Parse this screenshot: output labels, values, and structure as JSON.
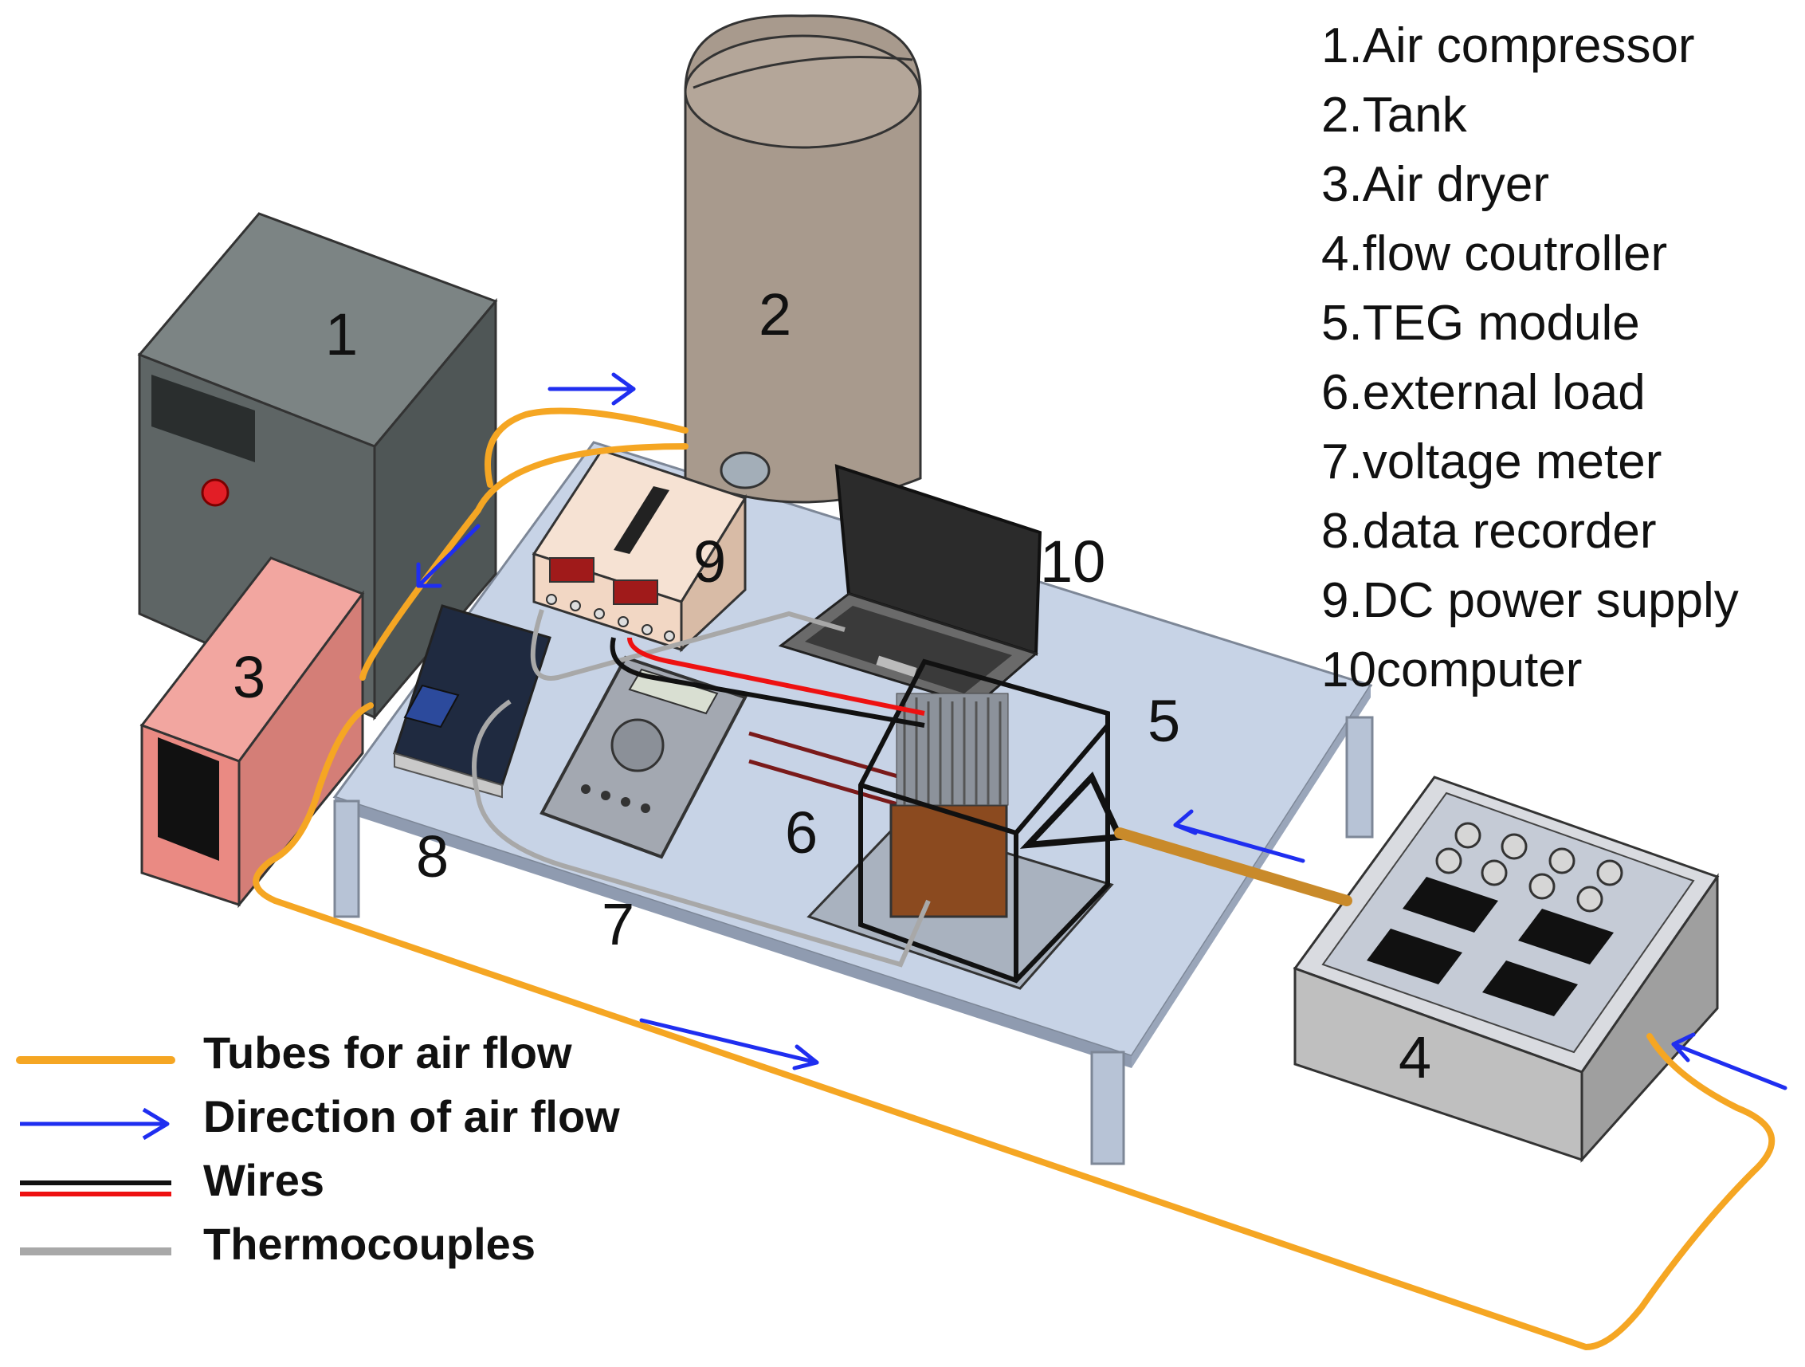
{
  "colors": {
    "tube": "#f5a623",
    "arrow": "#1f2ef0",
    "wire_black": "#111111",
    "wire_red": "#ee1111",
    "thermocouple": "#a8a8a8",
    "compressor_body": "#5e6565",
    "tank_body": "#a89a8d",
    "dryer_body": "#e98a83",
    "table_top": "#c7d3e6",
    "flow_controller": "#bfbfbf",
    "power_supply": "#f2d7c4"
  },
  "labels": {
    "air_compressor": "1",
    "tank": "2",
    "air_dryer": "3",
    "flow_controller": "4",
    "teg_module": "5",
    "external_load": "6",
    "voltage_meter": "7",
    "data_recorder": "8",
    "dc_power_supply": "9",
    "computer": "10"
  },
  "component_list": [
    "1.Air compressor",
    "2.Tank",
    "3.Air dryer",
    "4.flow coutroller",
    "5.TEG module",
    "6.external load",
    "7.voltage meter",
    "8.data recorder",
    "9.DC power supply",
    "10computer"
  ],
  "legend": {
    "tubes": "Tubes for air flow",
    "direction": "Direction of air flow",
    "wires": "Wires",
    "thermocouples": "Thermocouples"
  }
}
